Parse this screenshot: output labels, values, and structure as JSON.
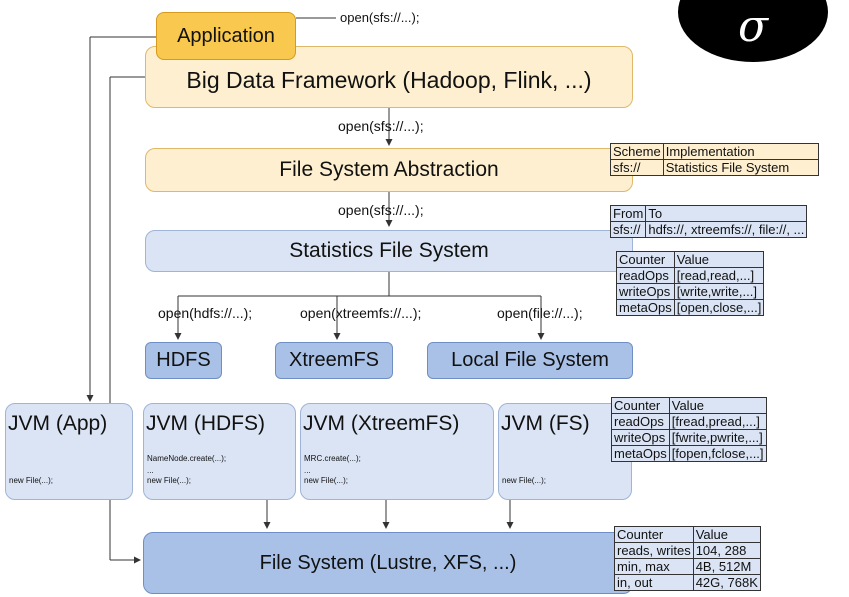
{
  "nodes": {
    "application": "Application",
    "framework": "Big Data Framework (Hadoop, Flink, ...)",
    "fs_abstraction": "File System Abstraction",
    "stats_fs": "Statistics File System",
    "hdfs": "HDFS",
    "xtreemfs": "XtreemFS",
    "local_fs": "Local File System",
    "file_system": "File System (Lustre, XFS, ...)"
  },
  "calls": {
    "app_open": "open(sfs://...);",
    "framework_open": "open(sfs://...);",
    "abstraction_open": "open(sfs://...);",
    "hdfs_open": "open(hdfs://...);",
    "xtreemfs_open": "open(xtreemfs://...);",
    "file_open": "open(file://...);"
  },
  "jvms": [
    {
      "title": "JVM (App)",
      "lines": [
        "new File(...);"
      ]
    },
    {
      "title": "JVM (HDFS)",
      "lines": [
        "NameNode.create(...);",
        "...",
        "new File(...);"
      ]
    },
    {
      "title": "JVM (XtreemFS)",
      "lines": [
        "MRC.create(...);",
        "...",
        "new File(...);"
      ]
    },
    {
      "title": "JVM (FS)",
      "lines": [
        "new File(...);"
      ]
    }
  ],
  "scheme_table": {
    "h1": "Scheme",
    "h2": "Implementation",
    "c1": "sfs://",
    "c2": "Statistics File System"
  },
  "route_table": {
    "h1": "From",
    "h2": "To",
    "c1": "sfs://",
    "c2": "hdfs://, xtreemfs://, file://, ..."
  },
  "stats_counters": {
    "h1": "Counter",
    "h2": "Value",
    "rows": [
      [
        "readOps",
        "[read,read,...]"
      ],
      [
        "writeOps",
        "[write,write,...]"
      ],
      [
        "metaOps",
        "[open,close,...]"
      ]
    ]
  },
  "native_counters": {
    "h1": "Counter",
    "h2": "Value",
    "rows": [
      [
        "readOps",
        "[fread,pread,...]"
      ],
      [
        "writeOps",
        "[fwrite,pwrite,...]"
      ],
      [
        "metaOps",
        "[fopen,fclose,...]"
      ]
    ]
  },
  "fs_counters": {
    "h1": "Counter",
    "h2": "Value",
    "rows": [
      [
        "reads, writes",
        "104, 288"
      ],
      [
        "min, max",
        "4B, 512M"
      ],
      [
        "in, out",
        "42G, 768K"
      ]
    ]
  },
  "logo_glyph": "σ"
}
